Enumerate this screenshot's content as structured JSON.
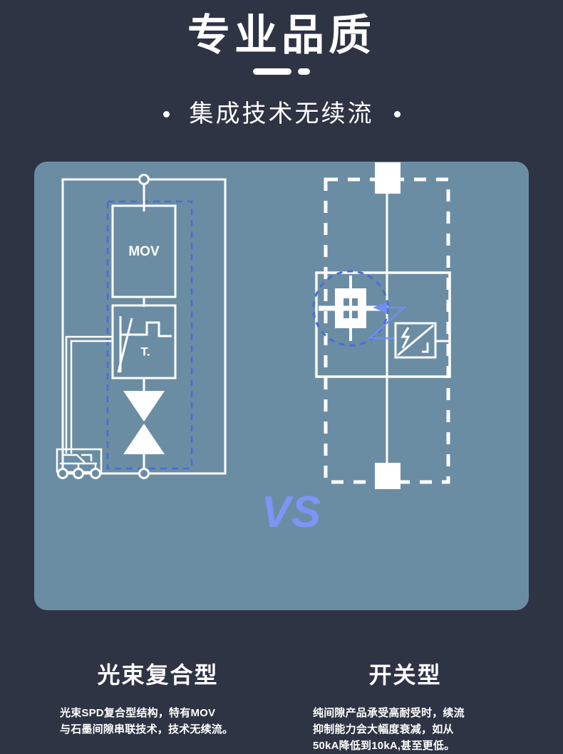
{
  "header": {
    "title": "专业品质",
    "divider": {
      "bar": "",
      "dot": ""
    },
    "subtitle": "集成技术无续流",
    "left_dot": "",
    "right_dot": ""
  },
  "compare": {
    "vs_label": "VS",
    "accent_color": "#7b96f5",
    "card_bg": "#6b8da4",
    "page_bg": "#2e3443",
    "line_color": "#ffffff"
  },
  "left": {
    "caption_title": "光束复合型",
    "caption_lines": [
      "光束SPD复合型结构，特有MOV",
      "与石墨间隙串联技术，技术无续流。"
    ],
    "diagram": {
      "mov_label": "MOV",
      "thermal_label": "T.",
      "dashed_box_color": "#4b6bd8",
      "component_names": [
        "top-terminal",
        "mov-varistor",
        "thermal-disconnector",
        "gas-discharge-tube",
        "auxiliary-contact",
        "bottom-terminals"
      ]
    }
  },
  "right": {
    "caption_title": "开关型",
    "caption_lines": [
      "纯间隙产品承受高耐受时，续流",
      "抑制能力会大幅度衰减，如从",
      "50kA降低到10kA,甚至更低。"
    ],
    "diagram": {
      "dashed_enclosure_color": "#ffffff",
      "spark_circle_color": "#4b6bd8",
      "component_names": [
        "top-terminal-block",
        "spark-gap",
        "arc-arrow",
        "lightning-module",
        "bottom-terminal-block"
      ]
    }
  }
}
